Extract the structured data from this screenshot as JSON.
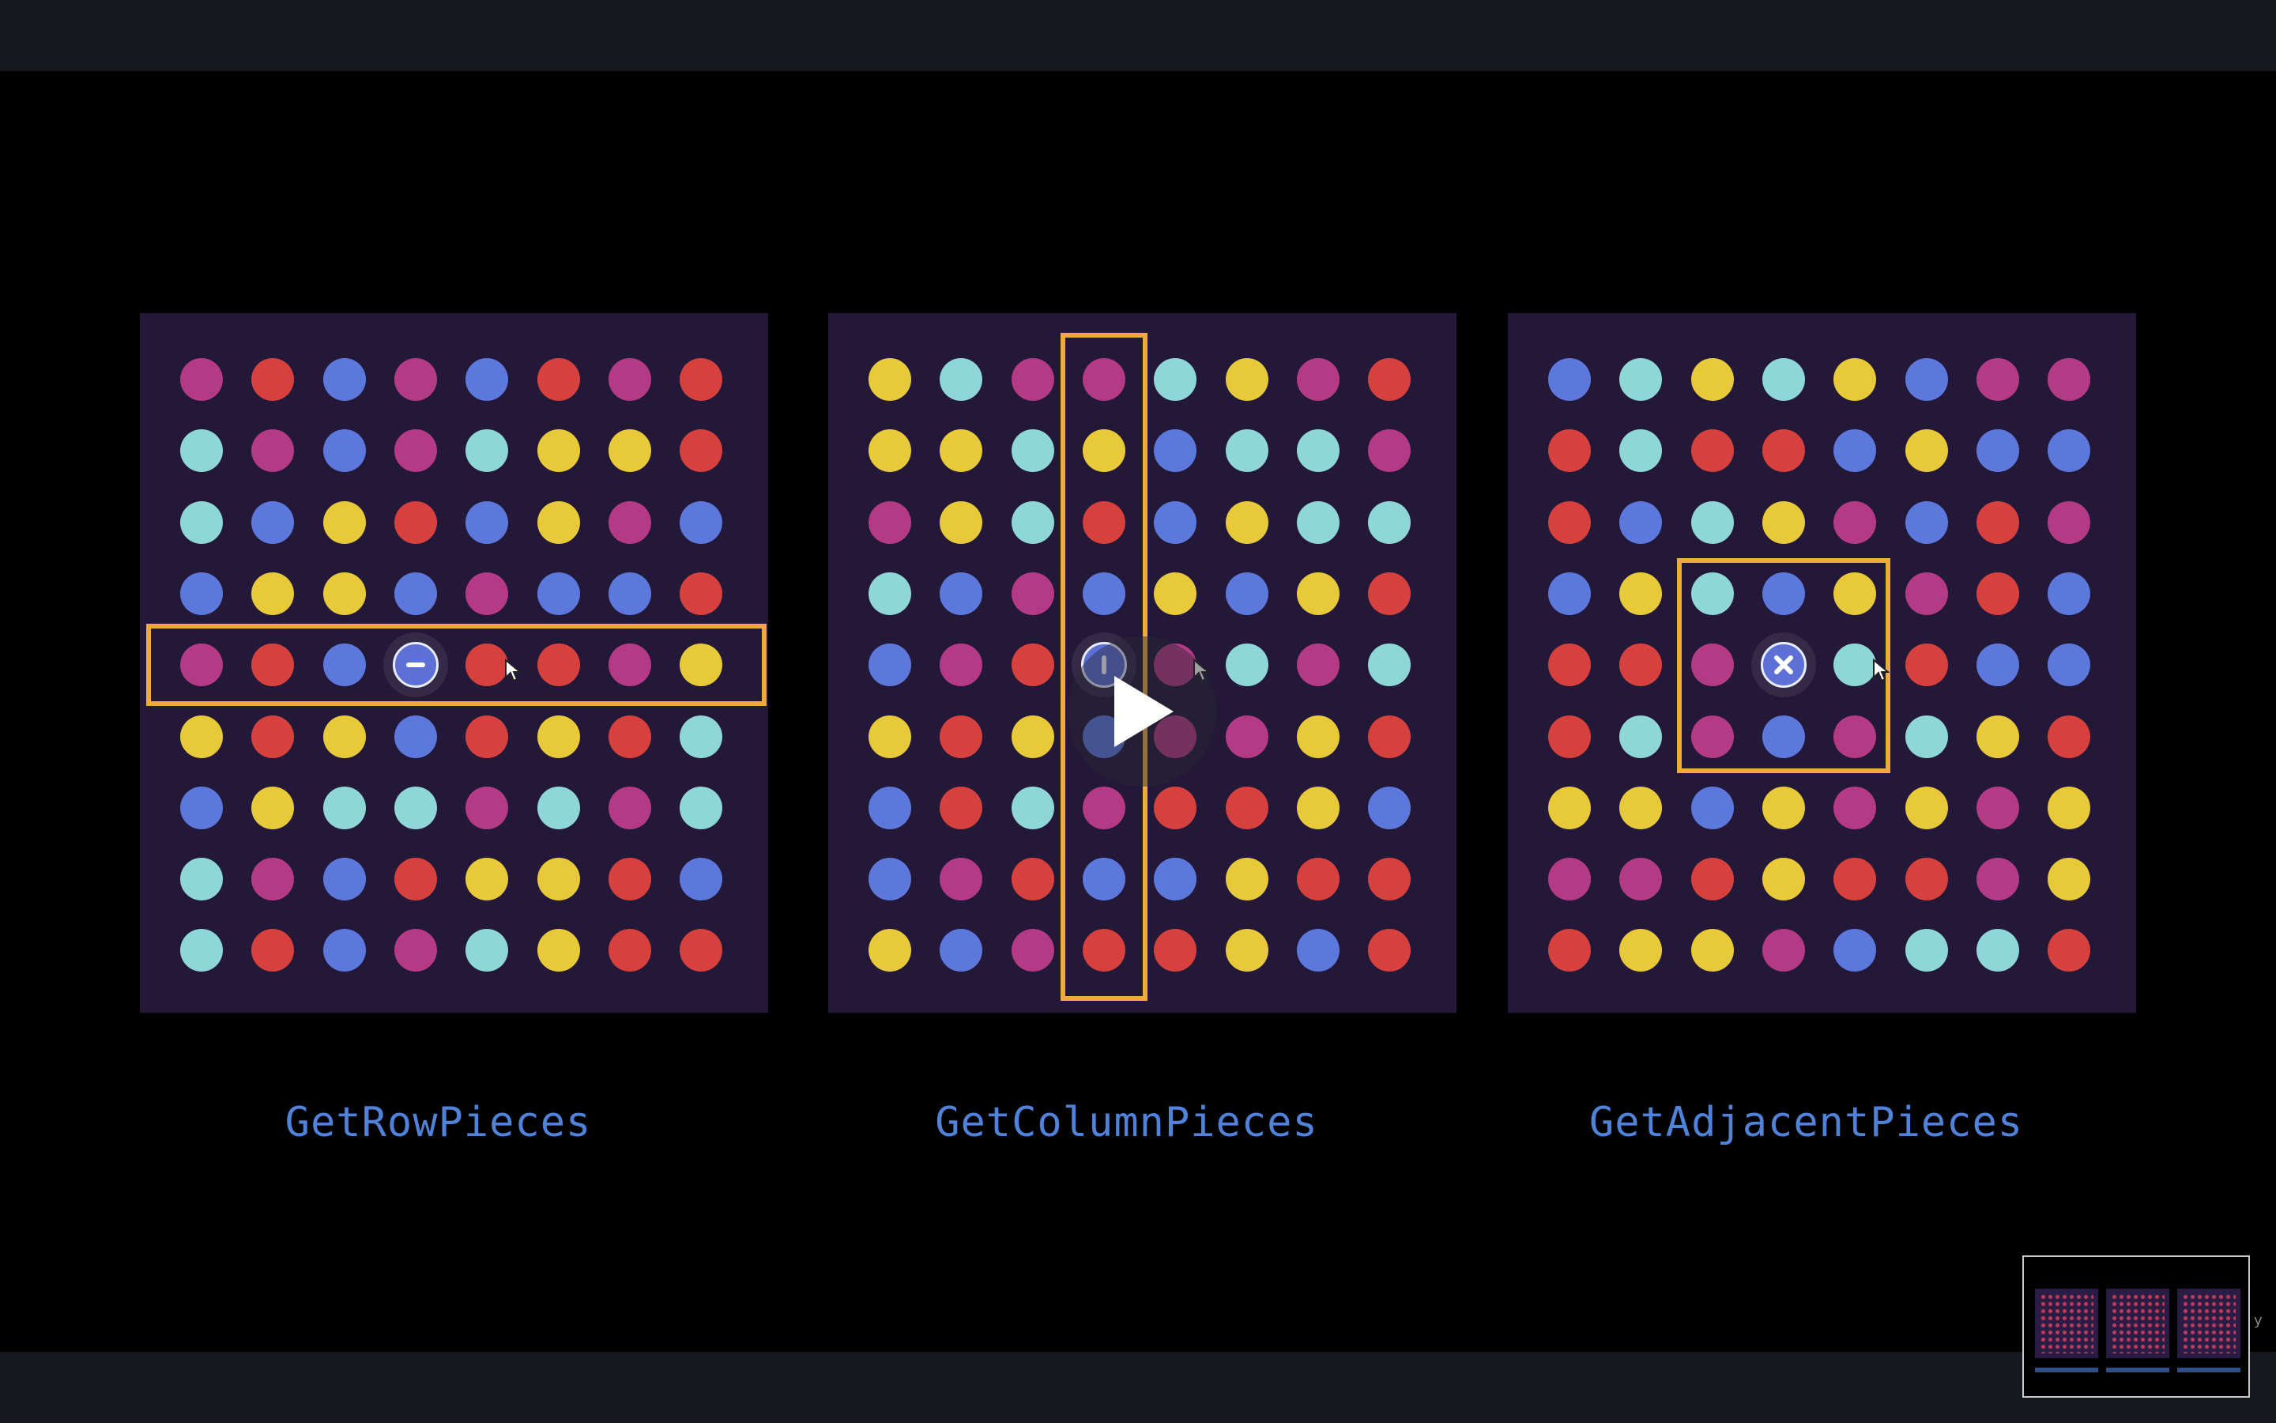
{
  "boards": [
    {
      "label": "GetRowPieces",
      "tool_icon": "minus-icon",
      "highlight": "row",
      "grid": [
        [
          "M",
          "R",
          "B",
          "M",
          "B",
          "R",
          "M",
          "R"
        ],
        [
          "C",
          "M",
          "B",
          "M",
          "C",
          "Y",
          "Y",
          "R"
        ],
        [
          "C",
          "B",
          "Y",
          "R",
          "B",
          "Y",
          "M",
          "B"
        ],
        [
          "B",
          "Y",
          "Y",
          "B",
          "M",
          "B",
          "B",
          "R"
        ],
        [
          "M",
          "R",
          "B",
          "_",
          "R",
          "R",
          "M",
          "Y"
        ],
        [
          "Y",
          "R",
          "Y",
          "B",
          "R",
          "Y",
          "R",
          "C"
        ],
        [
          "B",
          "Y",
          "C",
          "C",
          "M",
          "C",
          "M",
          "C"
        ],
        [
          "C",
          "M",
          "B",
          "R",
          "Y",
          "Y",
          "R",
          "B"
        ],
        [
          "C",
          "R",
          "B",
          "M",
          "C",
          "Y",
          "R",
          "R"
        ]
      ]
    },
    {
      "label": "GetColumnPieces",
      "tool_icon": "vertical-bar-icon",
      "highlight": "column",
      "grid": [
        [
          "Y",
          "C",
          "M",
          "M",
          "C",
          "Y",
          "M",
          "R"
        ],
        [
          "Y",
          "Y",
          "C",
          "Y",
          "B",
          "C",
          "C",
          "M"
        ],
        [
          "M",
          "Y",
          "C",
          "R",
          "B",
          "Y",
          "C",
          "C"
        ],
        [
          "C",
          "B",
          "M",
          "B",
          "Y",
          "B",
          "Y",
          "R"
        ],
        [
          "B",
          "M",
          "R",
          "_",
          "M",
          "C",
          "M",
          "C"
        ],
        [
          "Y",
          "R",
          "Y",
          "B",
          "M",
          "M",
          "Y",
          "R"
        ],
        [
          "B",
          "R",
          "C",
          "M",
          "R",
          "R",
          "Y",
          "B"
        ],
        [
          "B",
          "M",
          "R",
          "B",
          "B",
          "Y",
          "R",
          "R"
        ],
        [
          "Y",
          "B",
          "M",
          "R",
          "R",
          "Y",
          "B",
          "R"
        ]
      ]
    },
    {
      "label": "GetAdjacentPieces",
      "tool_icon": "close-x-icon",
      "highlight": "adjacent",
      "grid": [
        [
          "B",
          "C",
          "Y",
          "C",
          "Y",
          "B",
          "M",
          "M"
        ],
        [
          "R",
          "C",
          "R",
          "R",
          "B",
          "Y",
          "B",
          "B"
        ],
        [
          "R",
          "B",
          "C",
          "Y",
          "M",
          "B",
          "R",
          "M"
        ],
        [
          "B",
          "Y",
          "C",
          "B",
          "Y",
          "M",
          "R",
          "B"
        ],
        [
          "R",
          "R",
          "M",
          "_",
          "C",
          "R",
          "B",
          "B"
        ],
        [
          "R",
          "C",
          "M",
          "B",
          "M",
          "C",
          "Y",
          "R"
        ],
        [
          "Y",
          "Y",
          "B",
          "Y",
          "M",
          "Y",
          "M",
          "Y"
        ],
        [
          "M",
          "M",
          "R",
          "Y",
          "R",
          "R",
          "M",
          "Y"
        ],
        [
          "R",
          "Y",
          "Y",
          "M",
          "B",
          "C",
          "C",
          "R"
        ]
      ]
    }
  ],
  "colors": {
    "M": "#b43a86",
    "R": "#d6403d",
    "B": "#5c78dc",
    "C": "#8fd6d6",
    "Y": "#e8c93a",
    "highlight": "#f0a93c",
    "label": "#4f82d8"
  },
  "overlay": {
    "play_icon": "play-icon"
  },
  "thumbnail": {
    "corner_text": "y"
  }
}
